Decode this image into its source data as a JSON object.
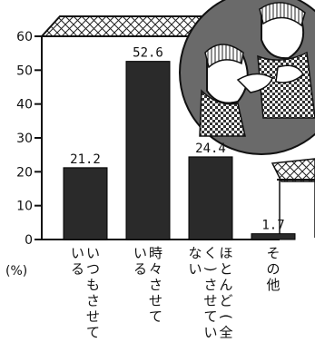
{
  "chart_data": {
    "type": "bar",
    "title": "",
    "xlabel": "",
    "ylabel": "",
    "unit_label": "(%)",
    "ylim": [
      0,
      60
    ],
    "yticks": [
      0,
      10,
      20,
      30,
      40,
      50,
      60
    ],
    "ytick_labels": [
      "0",
      "10",
      "20",
      "30",
      "40",
      "50",
      "60"
    ],
    "categories": [
      "いつもさせている",
      "時々させている",
      "ほとんど(全く)させていない",
      "その他"
    ],
    "category_label_columns": [
      [
        "いつもさせて",
        "いる"
      ],
      [
        "時々させて",
        "いる"
      ],
      [
        "ほとんど(全",
        "く)させてい",
        "ない"
      ],
      [
        "その他"
      ]
    ],
    "values": [
      21.2,
      52.6,
      24.4,
      1.7
    ],
    "value_labels": [
      "21.2",
      "52.6",
      "24.4",
      "1.7"
    ],
    "bar_color": "#2a2a2a",
    "grid": false
  },
  "illustration": "two-children-circle-picture"
}
